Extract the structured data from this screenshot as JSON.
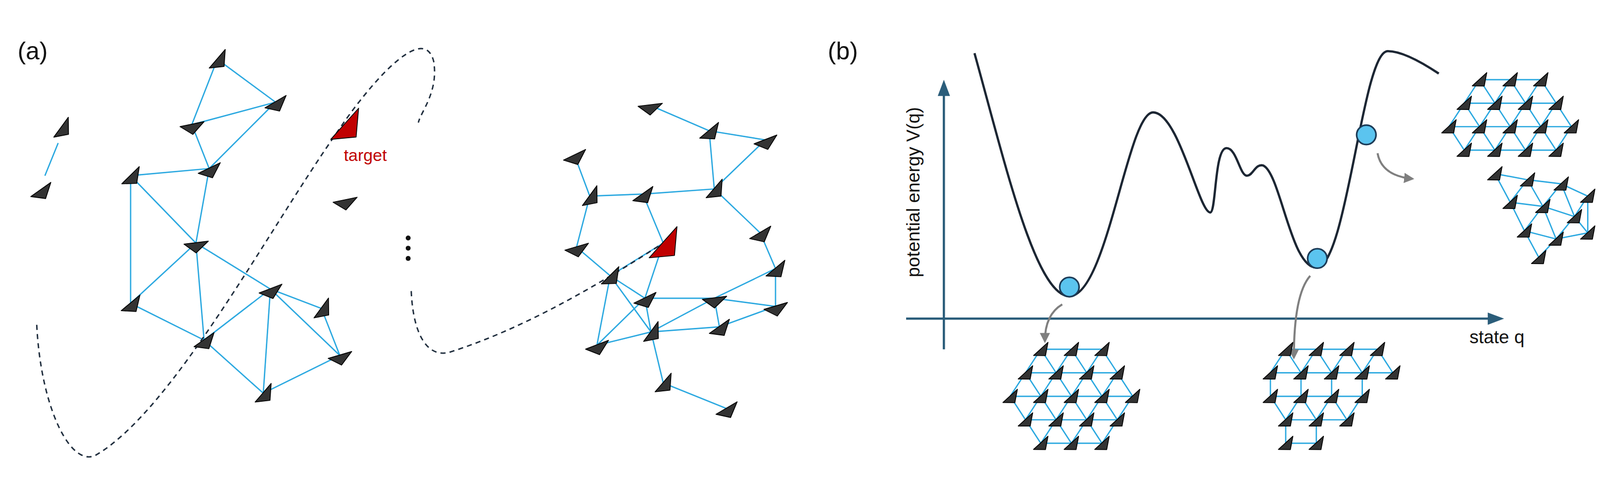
{
  "diagram": {
    "labels": [
      "(a)",
      "target",
      "(b)",
      "potential energy V(q)",
      "state q"
    ]
  }
}
